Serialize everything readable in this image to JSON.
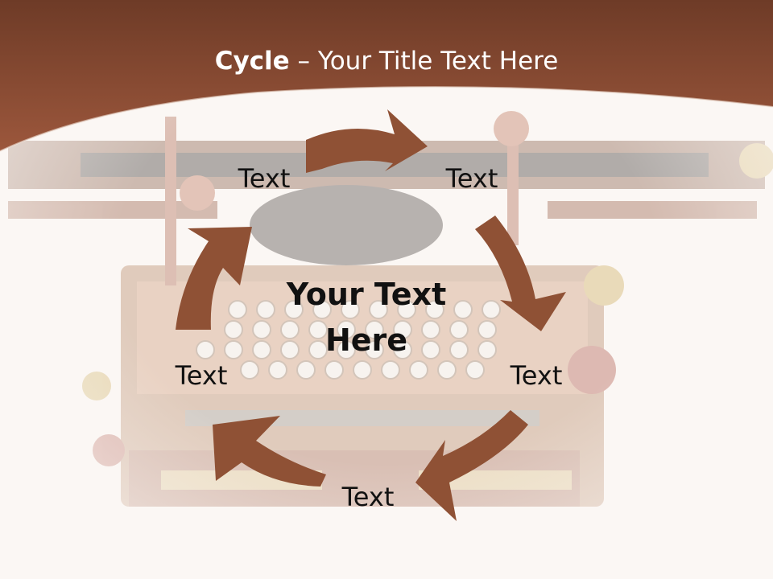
{
  "slide": {
    "title_bold": "Cycle",
    "title_rest": " – Your Title Text Here",
    "center_text": "Your Text Here"
  },
  "cycle": {
    "nodes": [
      {
        "label": "Text"
      },
      {
        "label": "Text"
      },
      {
        "label": "Text"
      },
      {
        "label": "Text"
      },
      {
        "label": "Text"
      }
    ]
  },
  "colors": {
    "header": "#8f4f36",
    "header_dark": "#6f3c28",
    "arrow": "#8f5135",
    "background": "#fbf7f4"
  },
  "background_image": "typewriter-photo"
}
